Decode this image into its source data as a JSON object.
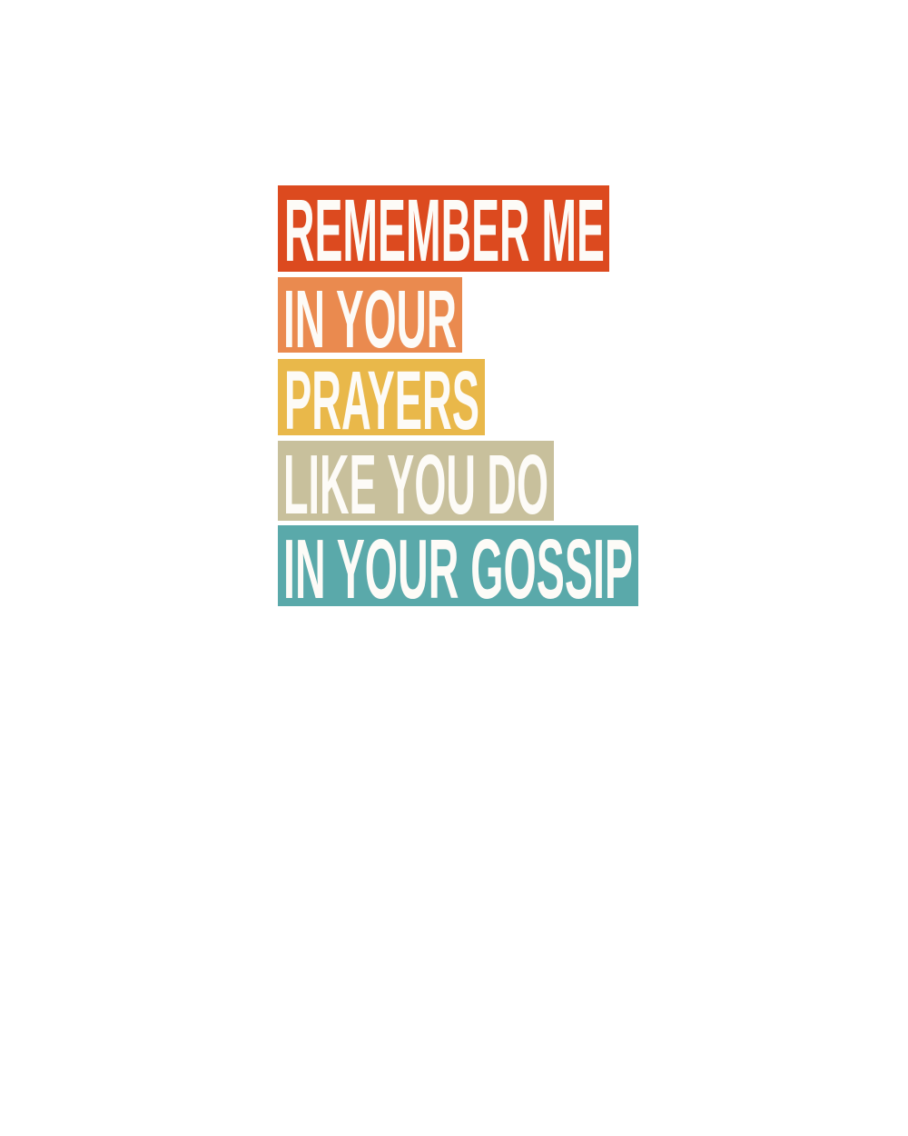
{
  "lines": [
    {
      "text": "REMEMBER ME",
      "color": "#dc4a1f"
    },
    {
      "text": "IN YOUR",
      "color": "#ea8a4f"
    },
    {
      "text": "PRAYERS",
      "color": "#e9b84a"
    },
    {
      "text": "LIKE YOU DO",
      "color": "#c8c09c"
    },
    {
      "text": "IN YOUR GOSSIP",
      "color": "#5aa9aa"
    }
  ]
}
